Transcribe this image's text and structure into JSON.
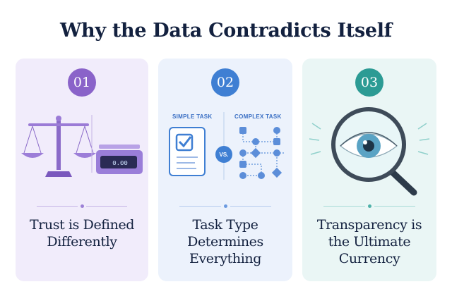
{
  "title": "Why the Data Contradicts Itself",
  "cards": [
    {
      "number": "01",
      "heading": "Trust is Defined Differently",
      "color": "#8a63c9",
      "icons": [
        "balance-scale-icon",
        "digital-scale-icon"
      ],
      "scale_readout": "0.00"
    },
    {
      "number": "02",
      "heading": "Task Type Determines Everything",
      "color": "#3f7fd3",
      "left_label": "SIMPLE TASK",
      "vs_label": "VS.",
      "right_label": "COMPLEX TASK",
      "icons": [
        "checklist-icon",
        "flowchart-icon"
      ]
    },
    {
      "number": "03",
      "heading": "Transparency is the Ultimate Currency",
      "color": "#2c9b94",
      "icons": [
        "magnifying-glass-eye-icon"
      ]
    }
  ]
}
